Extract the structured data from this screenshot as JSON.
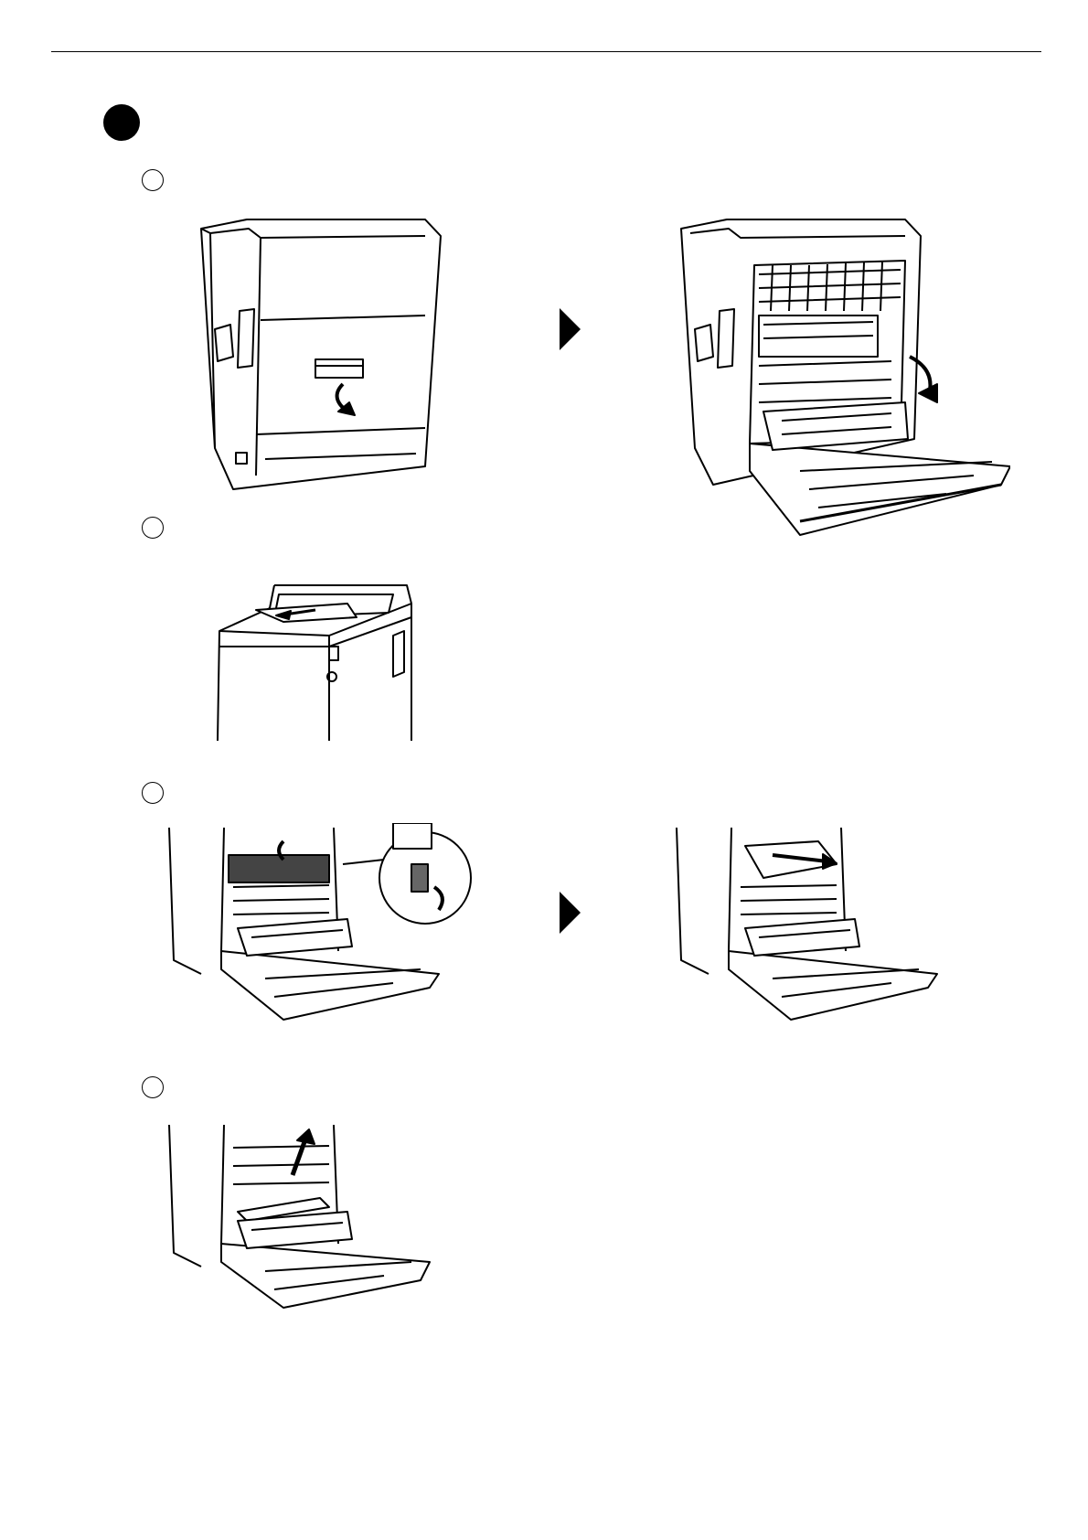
{
  "page": {
    "section_marker": "",
    "steps": [
      "",
      "",
      "",
      ""
    ]
  },
  "figures": [
    {
      "name": "printer-rear-closed",
      "alt_icon": "printer-rear-cover-closed"
    },
    {
      "name": "printer-rear-opened",
      "alt_icon": "printer-rear-cover-opened"
    },
    {
      "name": "printer-top-output",
      "alt_icon": "printer-output-tray-paper"
    },
    {
      "name": "fuser-lever-down",
      "alt_icon": "fuser-lever-press"
    },
    {
      "name": "fuser-paper-removal",
      "alt_icon": "paper-pull-out"
    },
    {
      "name": "paper-pull-up",
      "alt_icon": "paper-pull-upward"
    }
  ]
}
